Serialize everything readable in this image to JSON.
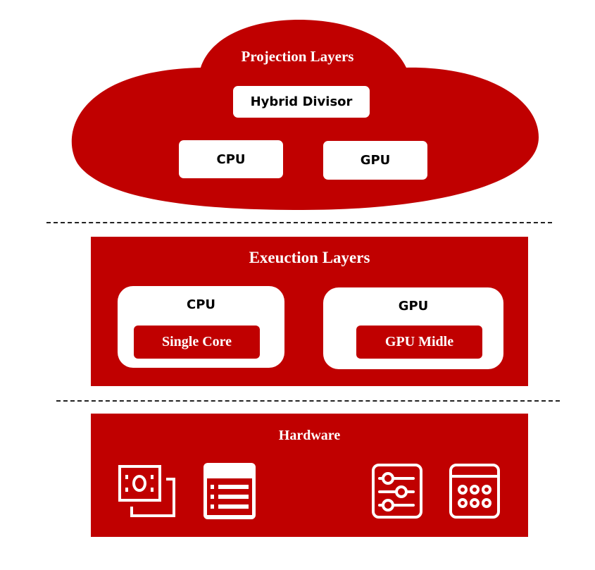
{
  "colors": {
    "primary": "#c00000",
    "box": "#ffffff",
    "divider": "#222222"
  },
  "projection": {
    "title": "Projection Layers",
    "divisor": "Hybrid Divisor",
    "cpu": "CPU",
    "gpu": "GPU"
  },
  "execution": {
    "title": "Exeuction Layers",
    "cpu": {
      "label": "CPU",
      "chip": "Single Core"
    },
    "gpu": {
      "label": "GPU",
      "chip": "GPU Midle"
    }
  },
  "hardware": {
    "title": "Hardware",
    "icons": [
      "money-stack-icon",
      "list-window-icon",
      "sliders-icon",
      "keypad-window-icon"
    ]
  }
}
